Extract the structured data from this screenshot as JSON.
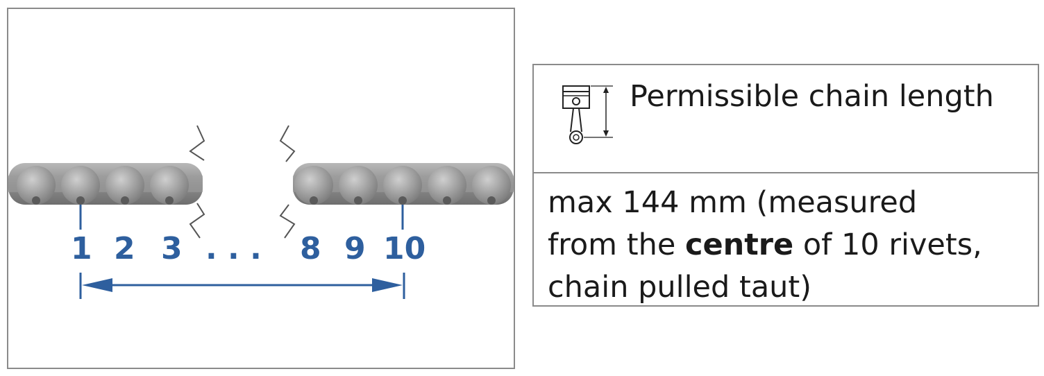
{
  "diagram": {
    "rivet_numbers": [
      "1",
      "2",
      "3",
      "8",
      "9",
      "10"
    ],
    "ellipsis": ". . ."
  },
  "spec": {
    "title": "Permissible chain length",
    "value_line": "max 144 mm (measured",
    "line2_pre": "from the ",
    "line2_bold": "centre",
    "line2_post": " of 10 rivets,",
    "line3": "chain pulled taut)"
  },
  "colors": {
    "accent": "#2e5f9e",
    "chain": "#8c8c8c",
    "border": "#8a8a8a"
  },
  "icons": {
    "spec_icon": "piston-con-rod-icon"
  }
}
